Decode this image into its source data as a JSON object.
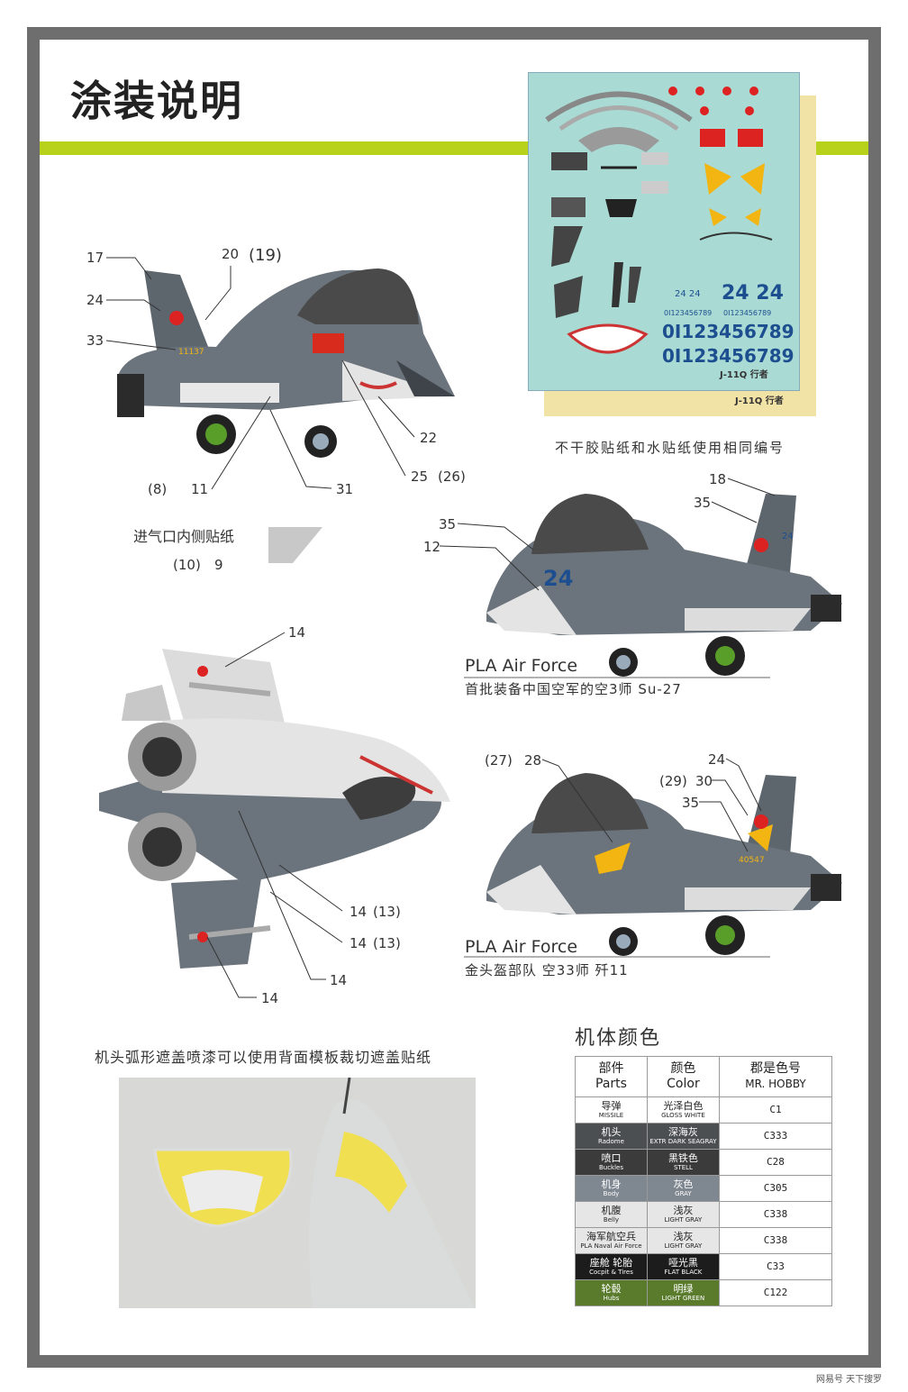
{
  "title": "涂装说明",
  "decal_sheet": {
    "numbers_row1": "0I123456789",
    "numbers_row2": "0I123456789",
    "big_24": "24 24",
    "small_24": "24 24",
    "small_serial_a": "0I123456789",
    "small_serial_b": "0I123456789",
    "label": "J-11Q 行者",
    "label_back": "J-11Q 行者"
  },
  "decal_caption": "不干胶贴纸和水贴纸使用相同编号",
  "side_top": {
    "callouts": [
      "17",
      "20",
      "(19)",
      "24",
      "33",
      "22",
      "(8)",
      "11",
      "31",
      "25",
      "(26)"
    ],
    "tail_number": "11137"
  },
  "intake": {
    "label": "进气口内侧贴纸",
    "num_a": "(10)",
    "num_b": "9"
  },
  "side_right_1": {
    "callouts": [
      "18",
      "35",
      "35",
      "12"
    ],
    "nose_number": "24",
    "tail_small": "24",
    "unit": "PLA Air Force",
    "desc": "首批装备中国空军的空3师 Su-27"
  },
  "top_view": {
    "callouts": [
      "14",
      "14",
      "(13)",
      "14",
      "(13)",
      "14",
      "14"
    ]
  },
  "side_right_2": {
    "callouts": [
      "(27)",
      "28",
      "24",
      "(29)",
      "30",
      "35"
    ],
    "tail_number": "40547",
    "unit": "PLA Air Force",
    "desc": "金头盔部队 空33师 歼11"
  },
  "mask_caption": "机头弧形遮盖喷漆可以使用背面模板裁切遮盖贴纸",
  "color_table": {
    "title": "机体颜色",
    "headers": {
      "parts_cn": "部件",
      "parts_en": "Parts",
      "color_cn": "颜色",
      "color_en": "Color",
      "code_cn": "郡是色号",
      "code_en": "MR. HOBBY"
    },
    "rows": [
      {
        "part_cn": "导弹",
        "part_en": "MISSILE",
        "color_cn": "光泽白色",
        "color_en": "GLOSS WHITE",
        "code": "C1",
        "part_bg": "#ffffff",
        "color_bg": "#ffffff",
        "dark": false
      },
      {
        "part_cn": "机头",
        "part_en": "Radome",
        "color_cn": "深海灰",
        "color_en": "EXTR DARK SEAGRAY",
        "code": "C333",
        "part_bg": "#4b4f52",
        "color_bg": "#4b4f52",
        "dark": true
      },
      {
        "part_cn": "喷口",
        "part_en": "Buckles",
        "color_cn": "黑铁色",
        "color_en": "STELL",
        "code": "C28",
        "part_bg": "#3b3b3b",
        "color_bg": "#3b3b3b",
        "dark": true
      },
      {
        "part_cn": "机身",
        "part_en": "Body",
        "color_cn": "灰色",
        "color_en": "GRAY",
        "code": "C305",
        "part_bg": "#7f8790",
        "color_bg": "#7f8790",
        "dark": true
      },
      {
        "part_cn": "机腹",
        "part_en": "Belly",
        "color_cn": "浅灰",
        "color_en": "LIGHT GRAY",
        "code": "C338",
        "part_bg": "#e6e6e6",
        "color_bg": "#e6e6e6",
        "dark": false
      },
      {
        "part_cn": "海军航空兵",
        "part_en": "PLA Naval Air Force",
        "color_cn": "浅灰",
        "color_en": "LIGHT GRAY",
        "code": "C338",
        "part_bg": "#e6e6e6",
        "color_bg": "#e6e6e6",
        "dark": false
      },
      {
        "part_cn": "座舱 轮胎",
        "part_en": "Cocpit & Tires",
        "color_cn": "哑光黑",
        "color_en": "FLAT BLACK",
        "code": "C33",
        "part_bg": "#1c1c1c",
        "color_bg": "#1c1c1c",
        "dark": true
      },
      {
        "part_cn": "轮毂",
        "part_en": "Hubs",
        "color_cn": "明绿",
        "color_en": "LIGHT GREEN",
        "code": "C122",
        "part_bg": "#5a7a2c",
        "color_bg": "#5a7a2c",
        "dark": true
      }
    ]
  },
  "footer": "网易号  天下搜罗",
  "colors": {
    "accent_green": "#b8d21c",
    "frame": "#6e6e6e",
    "body_gray": "#6b747c",
    "belly": "#e6e6e6",
    "decal_bg": "#a9dbd4"
  }
}
